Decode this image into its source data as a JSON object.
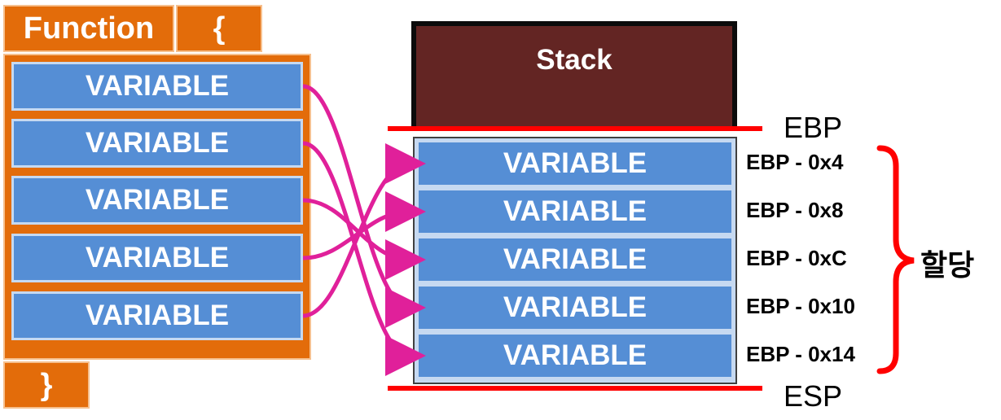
{
  "function_block": {
    "keyword": "Function",
    "open_brace": "{",
    "close_brace": "}",
    "variables": [
      "VARIABLE",
      "VARIABLE",
      "VARIABLE",
      "VARIABLE",
      "VARIABLE"
    ]
  },
  "stack": {
    "title": "Stack",
    "frame_variables": [
      "VARIABLE",
      "VARIABLE",
      "VARIABLE",
      "VARIABLE",
      "VARIABLE"
    ],
    "offsets": [
      "EBP - 0x4",
      "EBP - 0x8",
      "EBP - 0xC",
      "EBP - 0x10",
      "EBP - 0x14"
    ],
    "base_pointer": "EBP",
    "stack_pointer": "ESP",
    "allocation_label": "할당"
  },
  "mapping": [
    {
      "from": 0,
      "to": 3
    },
    {
      "from": 1,
      "to": 4
    },
    {
      "from": 2,
      "to": 2
    },
    {
      "from": 3,
      "to": 1
    },
    {
      "from": 4,
      "to": 0
    }
  ],
  "colors": {
    "function_block": "#e36c0a",
    "variable": "#558ed5",
    "stack_header": "#632523",
    "frame_bg": "#c6d9f1",
    "boundary_line": "#ff0000",
    "arrow": "#e0209a",
    "brace": "#ff0000"
  }
}
